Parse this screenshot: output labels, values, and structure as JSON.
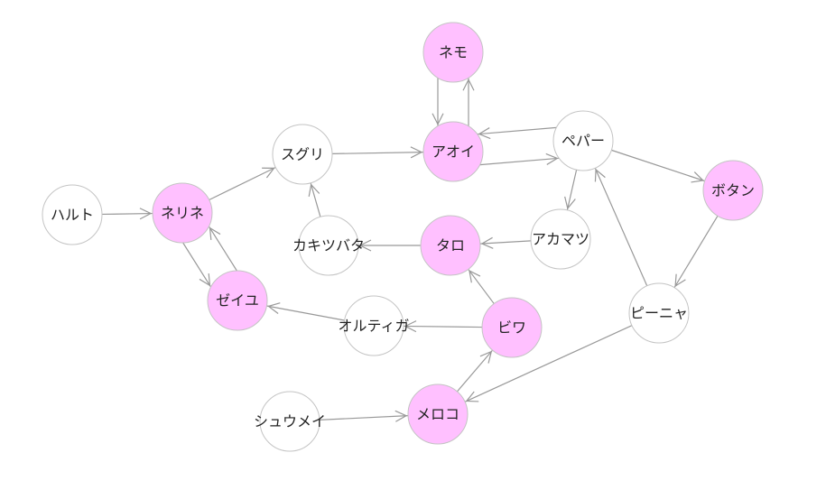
{
  "colors": {
    "highlight_fill": "#ffc0ff",
    "normal_fill": "#ffffff",
    "edge": "#999999",
    "node_stroke": "#c4c4c4"
  },
  "nodes": [
    {
      "id": "nemo",
      "label": "ネモ",
      "highlight": true
    },
    {
      "id": "aoi",
      "label": "アオイ",
      "highlight": true
    },
    {
      "id": "pepper",
      "label": "ペパー",
      "highlight": false
    },
    {
      "id": "suguri",
      "label": "スグリ",
      "highlight": false
    },
    {
      "id": "haruto",
      "label": "ハルト",
      "highlight": false
    },
    {
      "id": "nerine",
      "label": "ネリネ",
      "highlight": true
    },
    {
      "id": "zeiyu",
      "label": "ゼイユ",
      "highlight": true
    },
    {
      "id": "kakitsubata",
      "label": "カキツバタ",
      "highlight": false
    },
    {
      "id": "taro",
      "label": "タロ",
      "highlight": true
    },
    {
      "id": "akamatsu",
      "label": "アカマツ",
      "highlight": false
    },
    {
      "id": "botan",
      "label": "ボタン",
      "highlight": true
    },
    {
      "id": "pinya",
      "label": "ピーニャ",
      "highlight": false
    },
    {
      "id": "orutiga",
      "label": "オルティガ",
      "highlight": false
    },
    {
      "id": "biwa",
      "label": "ビワ",
      "highlight": true
    },
    {
      "id": "shuumei",
      "label": "シュウメイ",
      "highlight": false
    },
    {
      "id": "meroko",
      "label": "メロコ",
      "highlight": true
    }
  ],
  "edges": [
    {
      "from": "nemo",
      "to": "aoi"
    },
    {
      "from": "aoi",
      "to": "nemo"
    },
    {
      "from": "pepper",
      "to": "aoi"
    },
    {
      "from": "aoi",
      "to": "pepper"
    },
    {
      "from": "suguri",
      "to": "aoi"
    },
    {
      "from": "haruto",
      "to": "nerine"
    },
    {
      "from": "nerine",
      "to": "suguri"
    },
    {
      "from": "nerine",
      "to": "zeiyu"
    },
    {
      "from": "zeiyu",
      "to": "nerine"
    },
    {
      "from": "kakitsubata",
      "to": "suguri"
    },
    {
      "from": "taro",
      "to": "kakitsubata"
    },
    {
      "from": "akamatsu",
      "to": "taro"
    },
    {
      "from": "pepper",
      "to": "akamatsu"
    },
    {
      "from": "pepper",
      "to": "botan"
    },
    {
      "from": "botan",
      "to": "pinya"
    },
    {
      "from": "pinya",
      "to": "pepper"
    },
    {
      "from": "pinya",
      "to": "meroko"
    },
    {
      "from": "biwa",
      "to": "taro"
    },
    {
      "from": "biwa",
      "to": "orutiga"
    },
    {
      "from": "orutiga",
      "to": "zeiyu"
    },
    {
      "from": "shuumei",
      "to": "meroko"
    },
    {
      "from": "meroko",
      "to": "biwa"
    }
  ]
}
